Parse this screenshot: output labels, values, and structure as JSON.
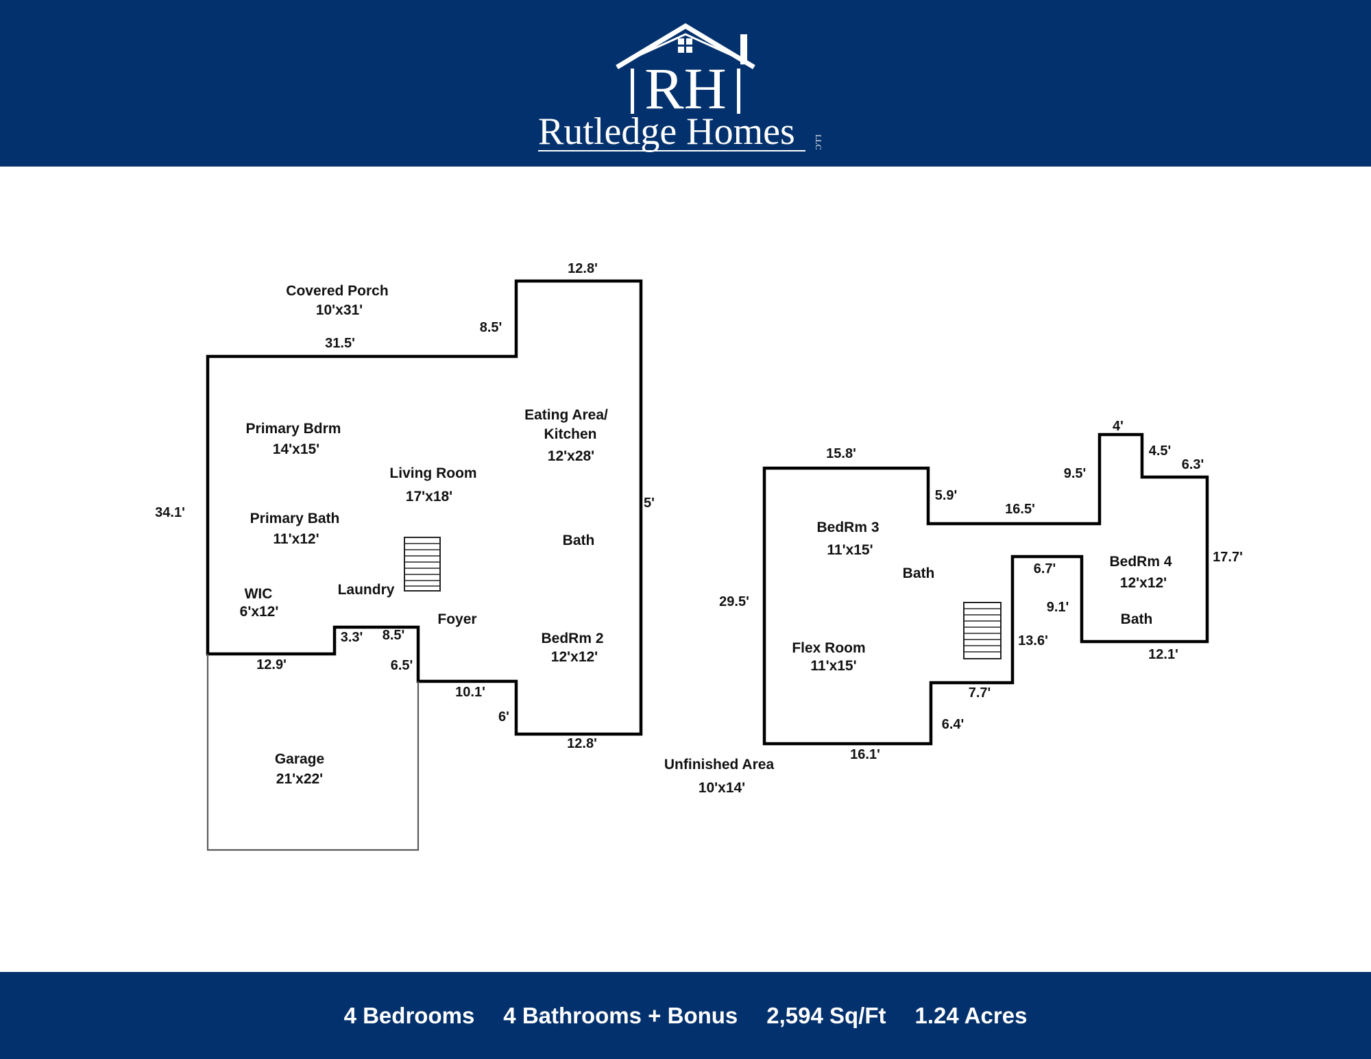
{
  "brand": {
    "monogram": "RH",
    "name": "Rutledge Homes",
    "suffix": "LLC",
    "colors": {
      "primary": "#03316d",
      "text_on_primary": "#ffffff"
    }
  },
  "floor_plan": {
    "main_floor": {
      "rooms": {
        "covered_porch": {
          "name": "Covered Porch",
          "size": "10'x31'"
        },
        "primary_bedroom": {
          "name": "Primary Bdrm",
          "size": "14'x15'"
        },
        "living_room": {
          "name": "Living Room",
          "size": "17'x18'"
        },
        "eating_area": {
          "name_line1": "Eating Area/",
          "name_line2": "Kitchen",
          "size": "12'x28'"
        },
        "primary_bath": {
          "name": "Primary Bath",
          "size": "11'x12'"
        },
        "bath": {
          "name": "Bath"
        },
        "laundry": {
          "name": "Laundry"
        },
        "wic": {
          "name": "WIC",
          "size": "6'x12'"
        },
        "foyer": {
          "name": "Foyer"
        },
        "bedroom_2": {
          "name": "BedRm 2",
          "size": "12'x12'"
        },
        "garage": {
          "name": "Garage",
          "size": "21'x22'"
        }
      },
      "dimensions": {
        "top_right": "12.8'",
        "step": "8.5'",
        "top_left": "31.5'",
        "left": "34.1'",
        "right": "5'",
        "notch_left": "3.3'",
        "notch_top": "8.5'",
        "garage_top": "12.9'",
        "notch_down": "6.5'",
        "bottom_mid": "10.1'",
        "bottom_step": "6'",
        "bottom_right": "12.8'"
      }
    },
    "upper_floor": {
      "rooms": {
        "bedroom_3": {
          "name": "BedRm 3",
          "size": "11'x15'"
        },
        "bath_3": {
          "name": "Bath"
        },
        "bedroom_4": {
          "name": "BedRm 4",
          "size": "12'x12'"
        },
        "bath_4": {
          "name": "Bath"
        },
        "flex_room": {
          "name": "Flex Room",
          "size": "11'x15'"
        },
        "unfinished": {
          "name": "Unfinished Area",
          "size": "10'x14'"
        }
      },
      "dimensions": {
        "top_left": "15.8'",
        "step1": "5.9'",
        "mid": "16.5'",
        "rise": "9.5'",
        "bump_top": "4'",
        "bump_right": "4.5'",
        "top_right": "6.3'",
        "right": "17.7'",
        "left": "29.5'",
        "inner_top": "6.7'",
        "inner_left": "9.1'",
        "inner_bottom": "12.1'",
        "step_down": "13.6'",
        "bottom_step": "7.7'",
        "bottom_drop": "6.4'",
        "bottom": "16.1'"
      }
    }
  },
  "summary": {
    "bedrooms": "4 Bedrooms",
    "bathrooms": "4 Bathrooms + Bonus",
    "area": "2,594 Sq/Ft",
    "acres": "1.24 Acres"
  }
}
